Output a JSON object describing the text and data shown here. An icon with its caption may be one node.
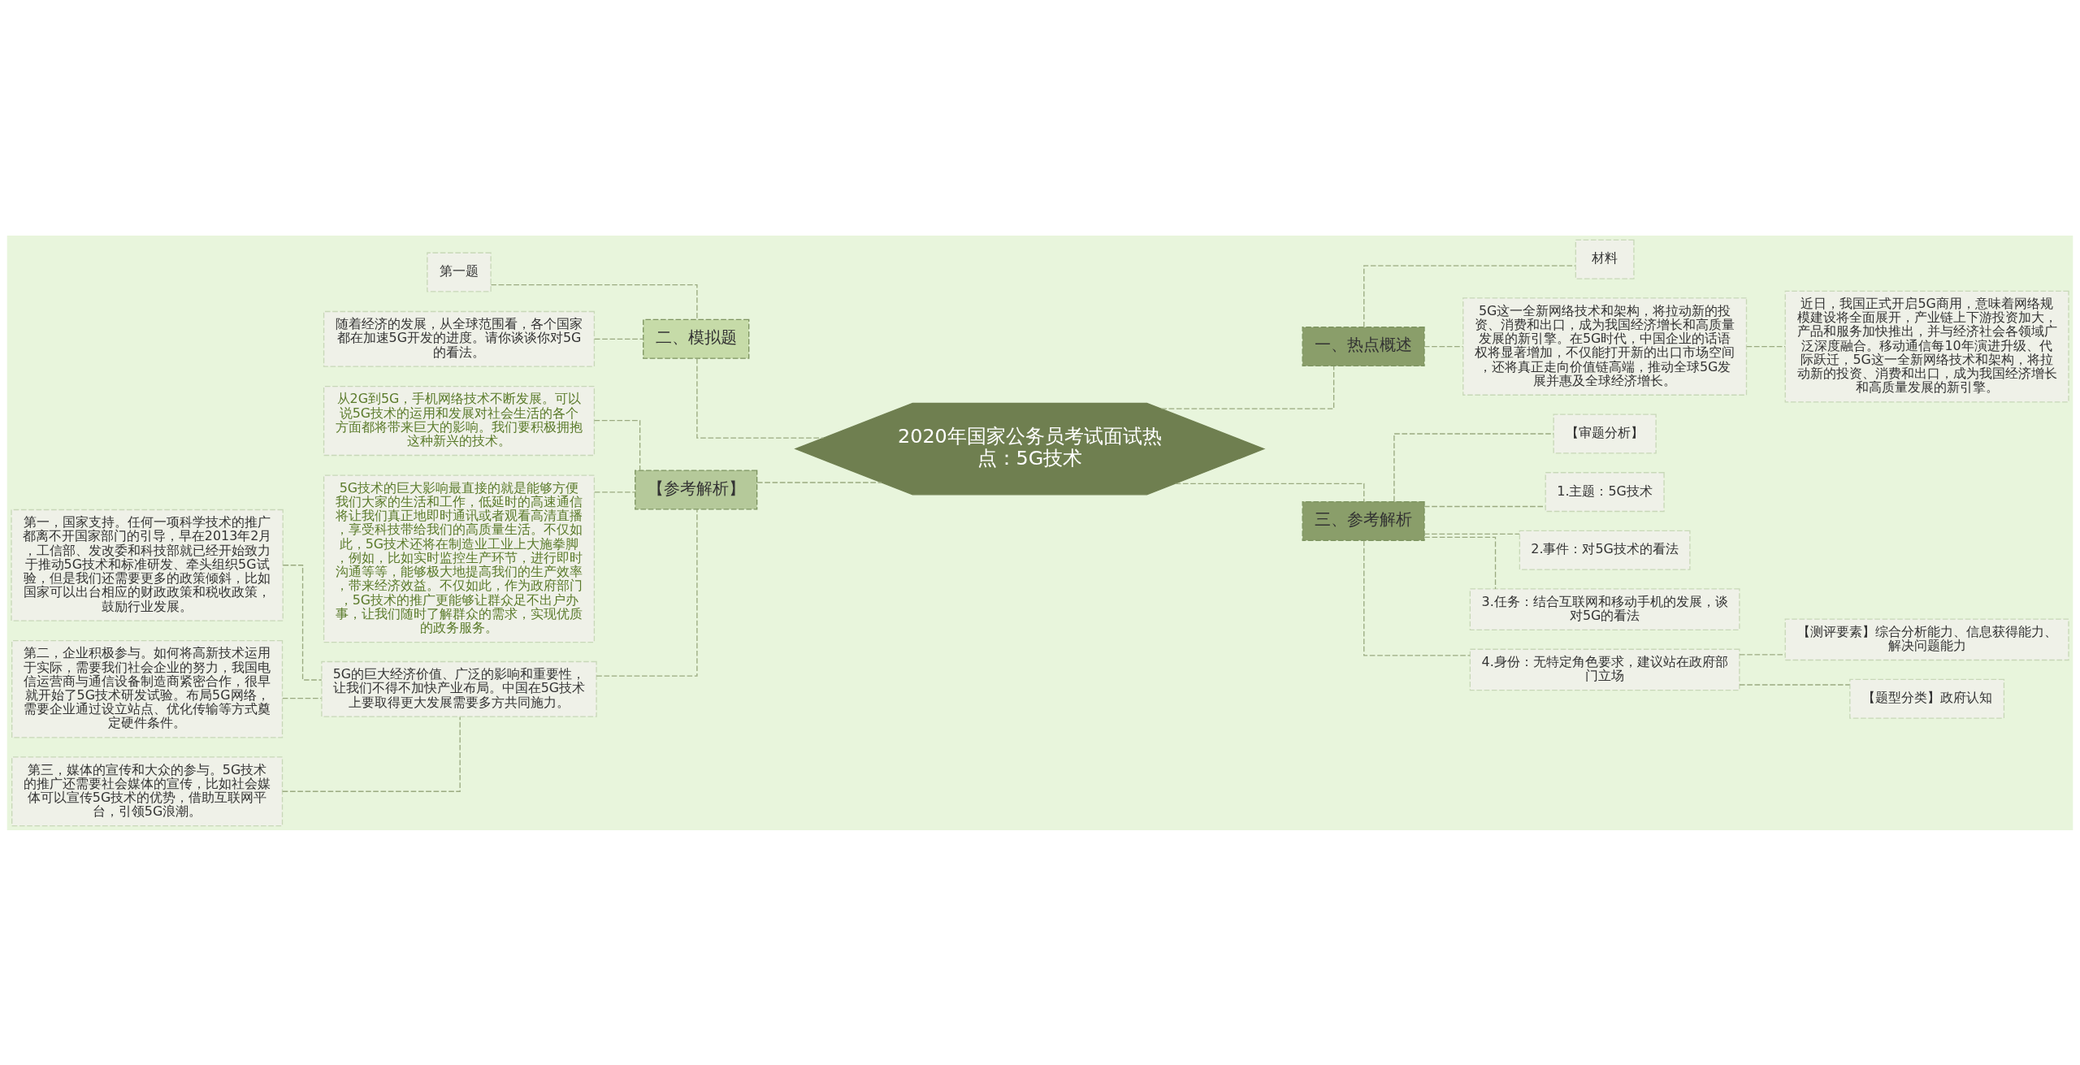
{
  "diagram": {
    "nodes": [
      {
        "text": [
          "2020年国家公务员考试面试热点：5G技术"
        ]
      },
      {
        "text": [
          "一、热点概述"
        ]
      },
      {
        "text": [
          "材料"
        ]
      },
      {
        "text": [
          "5G这一全新网络技术和架构，将拉动新的投资、消费和出口，成为我国经济增长和高质量发展的新引擎。在5G时代，中国企业的话语权将显著增加，不仅能打开新的出口市场空间，还将真正走向价值链高端，推动全球5G发展并惠及全球经济增长。"
        ]
      },
      {
        "text": [
          "近日，我国正式开启5G商用，意味着网络规模建设将全面展开，产业链上下游投资加大，产品和服务加快推出，并与经济社会各领域广泛深度融合。移动通信每10年演进升级、代际跃迁，5G这一全新网络技术和架构，将拉动新的投资、消费和出口，成为我国经济增长和高质量发展的新引擎。"
        ]
      },
      {
        "text": [
          "三、参考解析"
        ]
      },
      {
        "text": [
          "【审题分析】"
        ]
      },
      {
        "text": [
          "1.主题：5G技术"
        ]
      },
      {
        "text": [
          "2.事件：对5G技术的看法"
        ]
      },
      {
        "text": [
          "3.任务：结合互联网和移动手机的发展，谈对5G的看法"
        ]
      },
      {
        "text": [
          "4.身份：无特定角色要求，建议站在政府部门立场"
        ]
      },
      {
        "text": [
          "【测评要素】综合分析能力、信息获得能力、解决问题能力"
        ]
      },
      {
        "text": [
          "【题型分类】政府认知"
        ]
      },
      {
        "text": [
          "二、模拟题"
        ]
      },
      {
        "text": [
          "第一题"
        ]
      },
      {
        "text": [
          "随着经济的发展，从全球范围看，各个国家都在加速5G开发的进度。请你谈谈你对5G的看法。"
        ]
      },
      {
        "text": [
          "【参考解析】"
        ]
      },
      {
        "text": [
          "从2G到5G，手机网络技术不断发展。可以说5G技术的运用和发展对社会生活的各个方面都将带来巨大的影响。我们要积极拥抱这种新兴的技术。"
        ]
      },
      {
        "text": [
          "5G技术的巨大影响最直接的就是能够方便我们大家的生活和工作，低延时的高速通信将让我们真正地即时通讯或者观看高清直播，享受科技带给我们的高质量生活。不仅如此，5G技术还将在制造业工业上大施拳脚，例如，比如实时监控生产环节，进行即时沟通等等，能够极大地提高我们的生产效率，带来经济效益。不仅如此，作为政府部门，5G技术的推广更能够让群众足不出户办事，让我们随时了解群众的需求，实现优质的政务服务。"
        ]
      },
      {
        "text": [
          "5G的巨大经济价值、广泛的影响和重要性，让我们不得不加快产业布局。中国在5G技术上要取得更大发展需要多方共同施力。"
        ]
      },
      {
        "text": [
          "第一，国家支持。任何一项科学技术的推广都离不开国家部门的引导，早在2013年2月，工信部、发改委和科技部就已经开始致力于推动5G技术和标准研发、牵头组织5G试验，但是我们还需要更多的政策倾斜，比如国家可以出台相应的财政政策和税收政策，鼓励行业发展。"
        ]
      },
      {
        "text": [
          "第二，企业积极参与。如何将高新技术运用于实际，需要我们社会企业的努力，我国电信运营商与通信设备制造商紧密合作，很早就开始了5G技术研发试验。布局5G网络，需要企业通过设立站点、优化传输等方式奠定硬件条件。"
        ]
      },
      {
        "text": [
          "第三，媒体的宣传和大众的参与。5G技术的推广还需要社会媒体的宣传，比如社会媒体可以宣传5G技术的优势，借助互联网平台，引领5G浪潮。"
        ]
      }
    ],
    "edges": [
      {
        "from": 0,
        "to": 1,
        "arrow": "none",
        "style": "dashed"
      },
      {
        "from": 1,
        "to": 2,
        "arrow": "none",
        "style": "dashed"
      },
      {
        "from": 1,
        "to": 3,
        "arrow": "none",
        "style": "dashed"
      },
      {
        "from": 3,
        "to": 4,
        "arrow": "none",
        "style": "dashed"
      },
      {
        "from": 0,
        "to": 5,
        "arrow": "none",
        "style": "dashed"
      },
      {
        "from": 5,
        "to": 6,
        "arrow": "none",
        "style": "dashed"
      },
      {
        "from": 5,
        "to": 7,
        "arrow": "none",
        "style": "dashed"
      },
      {
        "from": 5,
        "to": 8,
        "arrow": "none",
        "style": "dashed"
      },
      {
        "from": 5,
        "to": 9,
        "arrow": "none",
        "style": "dashed"
      },
      {
        "from": 5,
        "to": 10,
        "arrow": "none",
        "style": "dashed"
      },
      {
        "from": 10,
        "to": 11,
        "arrow": "none",
        "style": "dashed"
      },
      {
        "from": 10,
        "to": 12,
        "arrow": "none",
        "style": "dashed"
      },
      {
        "from": 0,
        "to": 13,
        "arrow": "none",
        "style": "dashed"
      },
      {
        "from": 13,
        "to": 14,
        "arrow": "none",
        "style": "dashed"
      },
      {
        "from": 13,
        "to": 15,
        "arrow": "none",
        "style": "dashed"
      },
      {
        "from": 0,
        "to": 16,
        "arrow": "none",
        "style": "dashed"
      },
      {
        "from": 16,
        "to": 17,
        "arrow": "none",
        "style": "dashed"
      },
      {
        "from": 16,
        "to": 18,
        "arrow": "none",
        "style": "dashed"
      },
      {
        "from": 16,
        "to": 19,
        "arrow": "none",
        "style": "dashed"
      },
      {
        "from": 19,
        "to": 20,
        "arrow": "none",
        "style": "dashed"
      },
      {
        "from": 19,
        "to": 21,
        "arrow": "none",
        "style": "dashed"
      },
      {
        "from": 19,
        "to": 22,
        "arrow": "none",
        "style": "dashed"
      }
    ]
  }
}
